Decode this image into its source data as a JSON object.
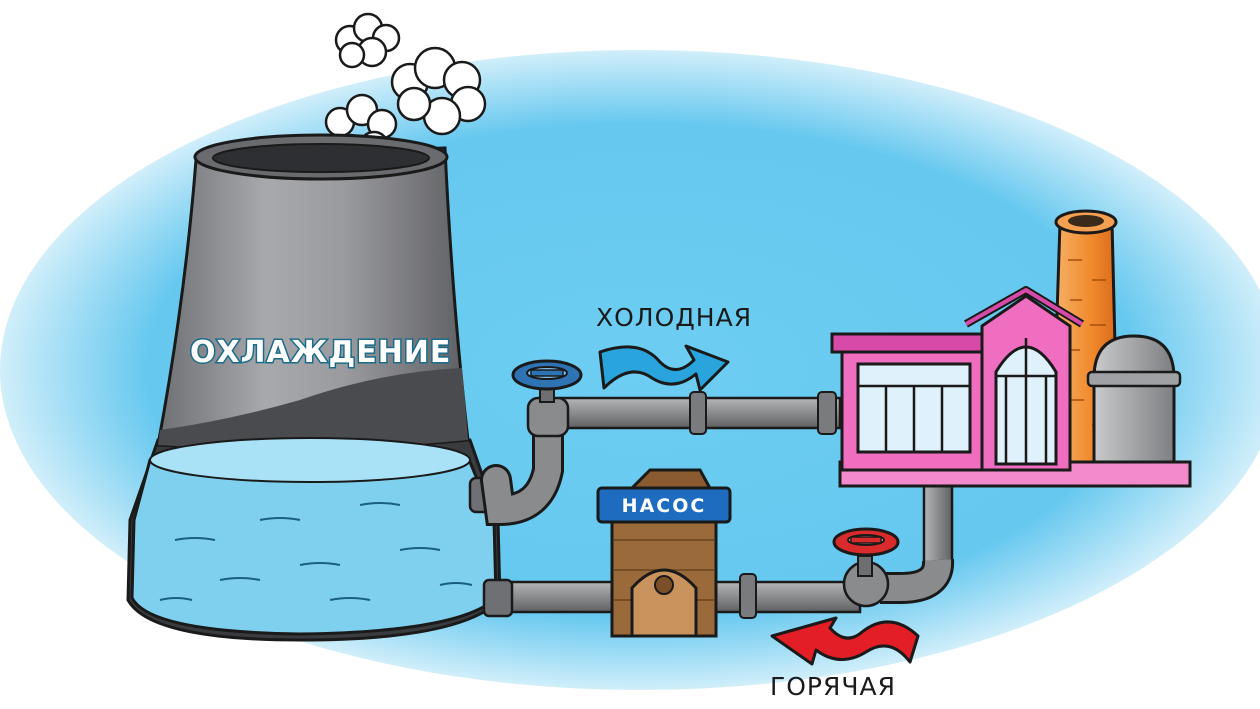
{
  "labels": {
    "cooling_tower": "ОХЛАЖДЕНИЕ",
    "cold_flow": "ХОЛОДНАЯ",
    "hot_flow": "ГОРЯЧАЯ",
    "pump": "НАСОС"
  },
  "colors": {
    "sky": "#66c8ef",
    "tower_gray": "#8f9094",
    "water": "#7fd0ee",
    "pipe": "#8a8b8d",
    "factory_pink": "#ef6ec0",
    "chimney_orange": "#f08a2c",
    "cold_arrow": "#2aa4dc",
    "hot_arrow": "#e41e26",
    "valve_cold": "#2e74b5",
    "valve_hot": "#d92b2b",
    "pump_wood": "#9a6a3a",
    "pump_sign": "#1e6cc0"
  },
  "icons": {
    "steam": "cloud-icon",
    "cold_arrow": "arrow-right-icon",
    "hot_arrow": "arrow-left-icon",
    "valve": "valve-wheel-icon"
  }
}
